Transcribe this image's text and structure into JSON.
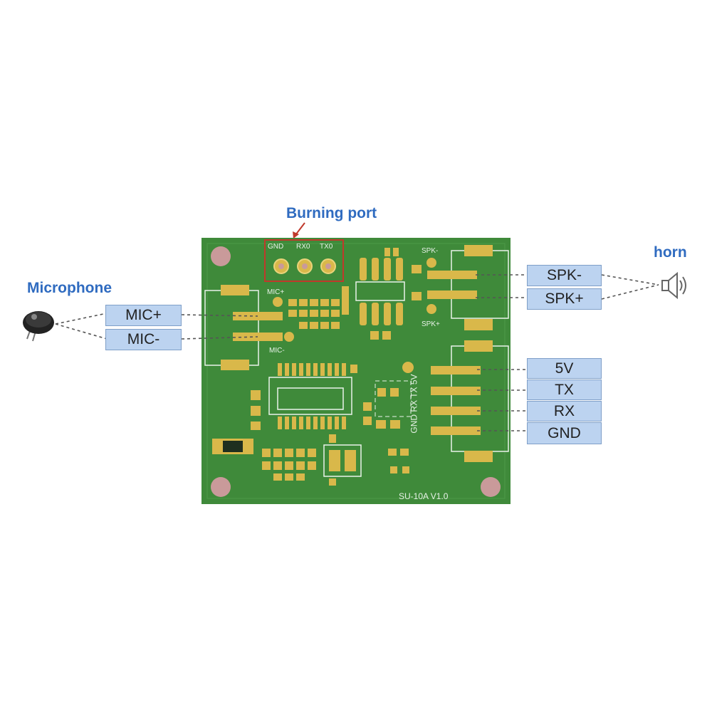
{
  "callouts": {
    "burning_port": "Burning port",
    "microphone": "Microphone",
    "horn": "horn"
  },
  "pin_labels": {
    "mic_plus": "MIC+",
    "mic_minus": "MIC-",
    "spk_minus": "SPK-",
    "spk_plus": "SPK+",
    "v5": "5V",
    "tx": "TX",
    "rx": "RX",
    "gnd": "GND"
  },
  "silkscreen": {
    "gnd": "GND",
    "rx0": "RX0",
    "tx0": "TX0",
    "mic_plus": "MIC+",
    "mic_minus": "MIC-",
    "spk_minus": "SPK-",
    "spk_plus": "SPK+",
    "header_vertical": "GND RX TX 5V",
    "board_name": "SU-10A V1.0"
  },
  "colors": {
    "board": "#3f8a3a",
    "pad": "#d9b84a",
    "label_fill": "#bcd3f0",
    "callout_text": "#2f6bc0",
    "highlight_box": "#c0392b"
  },
  "icons": [
    "microphone-icon",
    "horn-icon",
    "arrow-icon"
  ]
}
